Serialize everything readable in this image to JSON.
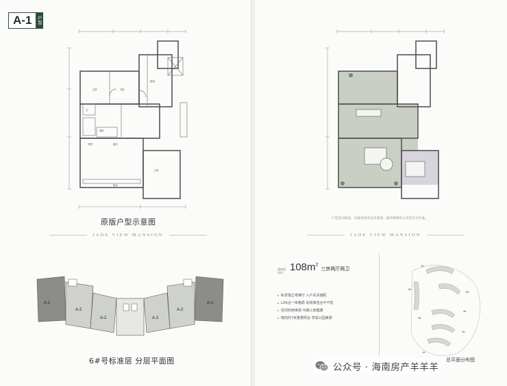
{
  "unit_tag": {
    "code": "A-1",
    "type_label": "户型"
  },
  "left": {
    "original_plan_caption": "原版户型示意图",
    "brand": "JADE VIEW MANSION",
    "floor_plan_caption": "6#号标准层 分层平面图",
    "floor_unit_labels": [
      "A-1",
      "A-2",
      "A-2",
      "A-2",
      "A-2",
      "A-1"
    ]
  },
  "right": {
    "plan_note": "户型空间格局，功能规划优化示意图，最终解释权以实际交付为准。",
    "brand": "JADE VIEW MANSION",
    "area": {
      "value": "108m",
      "sup": "2",
      "mini_label": "建筑面积约",
      "layout": "三房两厅两卫"
    },
    "features": [
      "私享独立电梯厅  入户玄关储柜",
      "LDK合一体格局  动线简洁合不干扰",
      "空间利用率高  可做三房健康",
      "南向约7米宽景阳台  享受公园美景"
    ],
    "siteplan_labels": [
      "7#",
      "6#",
      "5#",
      "4#",
      "3#",
      "2#",
      "1#"
    ],
    "siteplan_caption": "总平面分布图"
  },
  "watermark": {
    "text": "公众号 · 海南房产羊羊羊"
  },
  "colors": {
    "accent_green": "#2f4d3c",
    "plan_line": "#7a7a76",
    "balcony_fill": "#c9cfc4",
    "wall_fill": "#d9dbd6"
  }
}
